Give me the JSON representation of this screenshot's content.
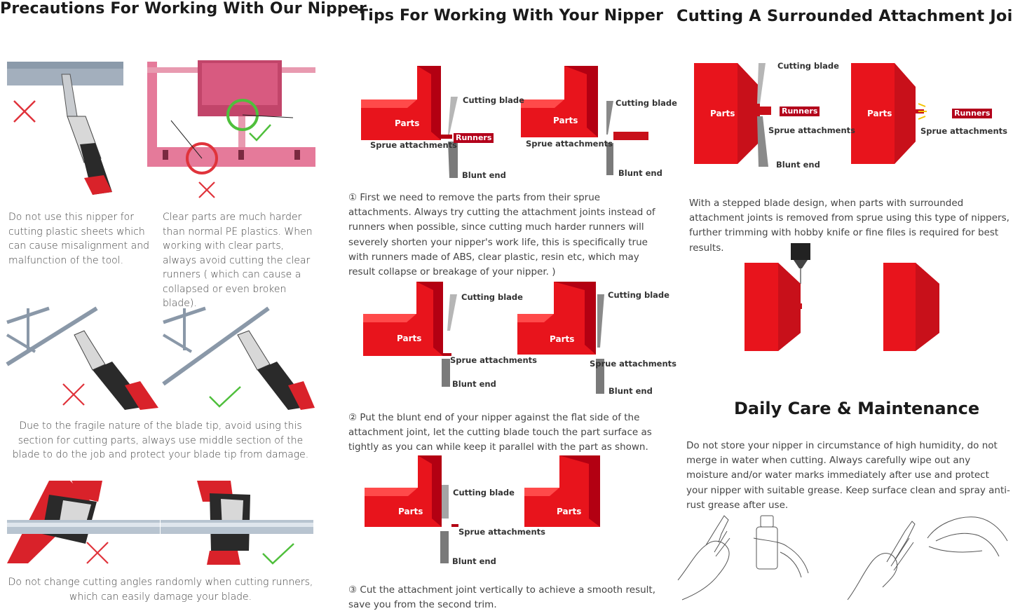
{
  "col1": {
    "title": "Precautions For Working With Our Nipper",
    "note_sheets": "Do not use this nipper for cutting plastic sheets which can cause misalignment and malfunction of the tool.",
    "note_clear": "Clear parts are much harder than normal PE plastics. When working with clear parts, always avoid cutting the clear runners ( which can cause a collapsed or even broken blade).",
    "note_tip": "Due to the fragile nature of the blade tip, avoid using this section for cutting parts, always use  middle section of the blade to do the job and protect your blade tip from damage.",
    "note_angle": "Do not change cutting angles randomly when cutting runners, which can easily damage your blade."
  },
  "col2": {
    "title": "Tips For Working With Your Nipper",
    "step1": "① First we need to remove the parts from their sprue attachments. Always try cutting the attachment joints instead of runners when possible, since cutting much harder runners will severely shorten your nipper's work life, this is specifically true with runners made of ABS, clear  plastic, resin etc, which may result collapse or breakage of your nipper. )",
    "step2": "② Put the blunt end of your nipper against the flat side of the attachment joint, let the cutting blade touch the part surface as tightly as you can while keep it parallel with the part as shown.",
    "step3": "③ Cut the attachment joint vertically to achieve a smooth result, save you from the second trim."
  },
  "col3": {
    "title": "Cutting A Surrounded Attachment Joint",
    "desc": "With a stepped blade design, when parts with surrounded attachment joints is removed from sprue using this type of nippers, further trimming with hobby knife or fine files is required for best results.",
    "care_title": "Daily Care & Maintenance",
    "care_text": "Do not store your nipper in circumstance of high humidity, do not merge in water when cutting. Always carefully wipe out any moisture and/or water marks immediately after use and protect your nipper with suitable grease. Keep surface clean and spray anti-rust grease after use."
  },
  "labels": {
    "parts": "Parts",
    "runners": "Runners",
    "cutting_blade": "Cutting blade",
    "blunt_end": "Blunt end",
    "sprue_attachments": "Sprue attachments",
    "sprue_attachments_split": "Sp",
    "sprue_attachments_rest": "rue attachments"
  },
  "colors": {
    "red": "#e8141c",
    "red_dark": "#b30012",
    "red_light": "#ff4a4a",
    "pink": "#e57a9a",
    "grey": "#8a98a8",
    "green": "#4fbf3c",
    "cross": "#e0333b"
  }
}
